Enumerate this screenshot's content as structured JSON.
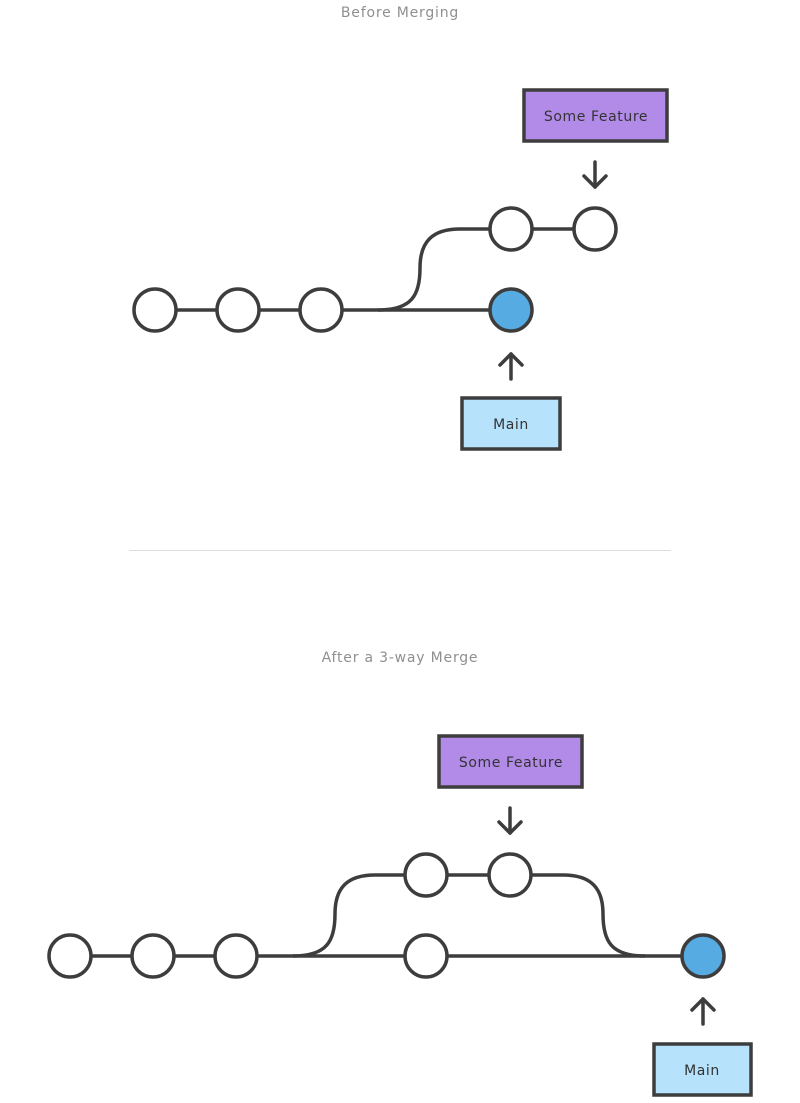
{
  "before": {
    "caption": "Before Merging",
    "feature_label": "Some Feature",
    "main_label": "Main"
  },
  "after": {
    "caption": "After a 3-way Merge",
    "feature_label": "Some Feature",
    "main_label": "Main"
  },
  "colors": {
    "stroke": "#3d3d3d",
    "commit_fill": "#ffffff",
    "head_commit_fill": "#56abe2",
    "feature_box": "#b28ae8",
    "main_box": "#b6e2fc",
    "caption_text": "#8f8f8f",
    "separator": "#dddddd"
  }
}
